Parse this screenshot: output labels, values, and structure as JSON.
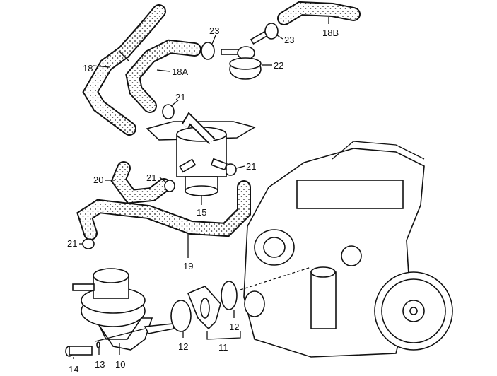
{
  "diagram": {
    "labels": {
      "hose_18": "18",
      "hose_18a": "18A",
      "hose_18b": "18B",
      "clip_23_left": "23",
      "clip_23_right": "23",
      "valve_22": "22",
      "clip_21_top": "21",
      "clip_21_left": "21",
      "clip_21_right": "21",
      "hose_20": "20",
      "filter_15": "15",
      "hose_19": "19",
      "clip_21_pump": "21",
      "gasket_12_left": "12",
      "gasket_12_right": "12",
      "flange_11": "11",
      "bolt_14": "14",
      "washer_13": "13",
      "pump_10": "10"
    }
  }
}
